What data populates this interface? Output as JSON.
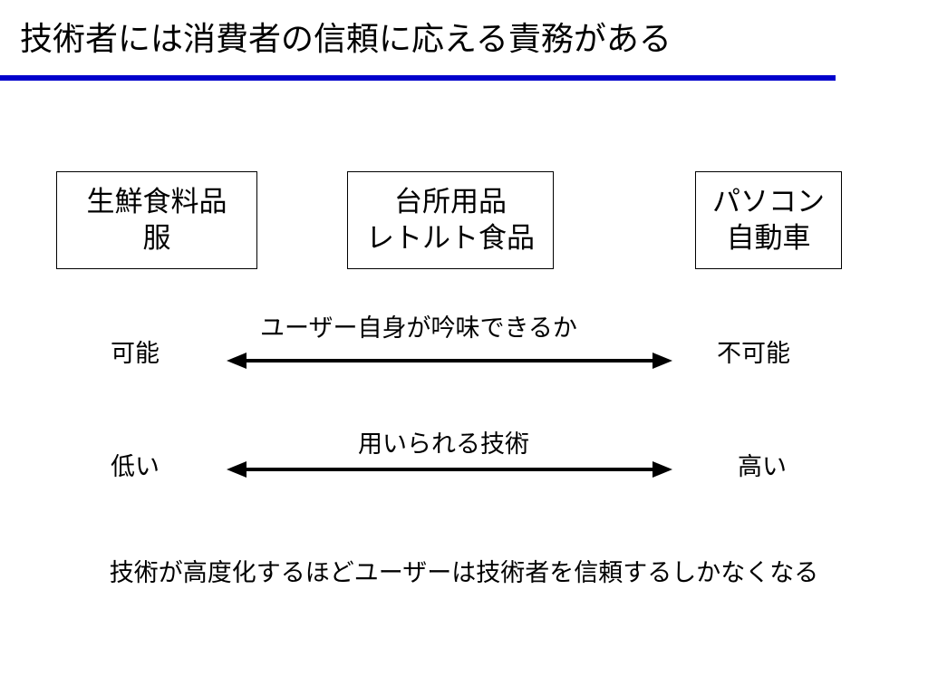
{
  "title": "技術者には消費者の信頼に応える責務がある",
  "accent_color": "#0000cc",
  "boxes": [
    {
      "line1": "生鮮食料品",
      "line2": "服"
    },
    {
      "line1": "台所用品",
      "line2": "レトルト食品"
    },
    {
      "line1": "パソコン",
      "line2": "自動車"
    }
  ],
  "row1": {
    "left": "可能",
    "caption": "ユーザー自身が吟味できるか",
    "right": "不可能"
  },
  "row2": {
    "left": "低い",
    "caption": "用いられる技術",
    "right": "高い"
  },
  "conclusion": "技術が高度化するほどユーザーは技術者を信頼するしかなくなる"
}
